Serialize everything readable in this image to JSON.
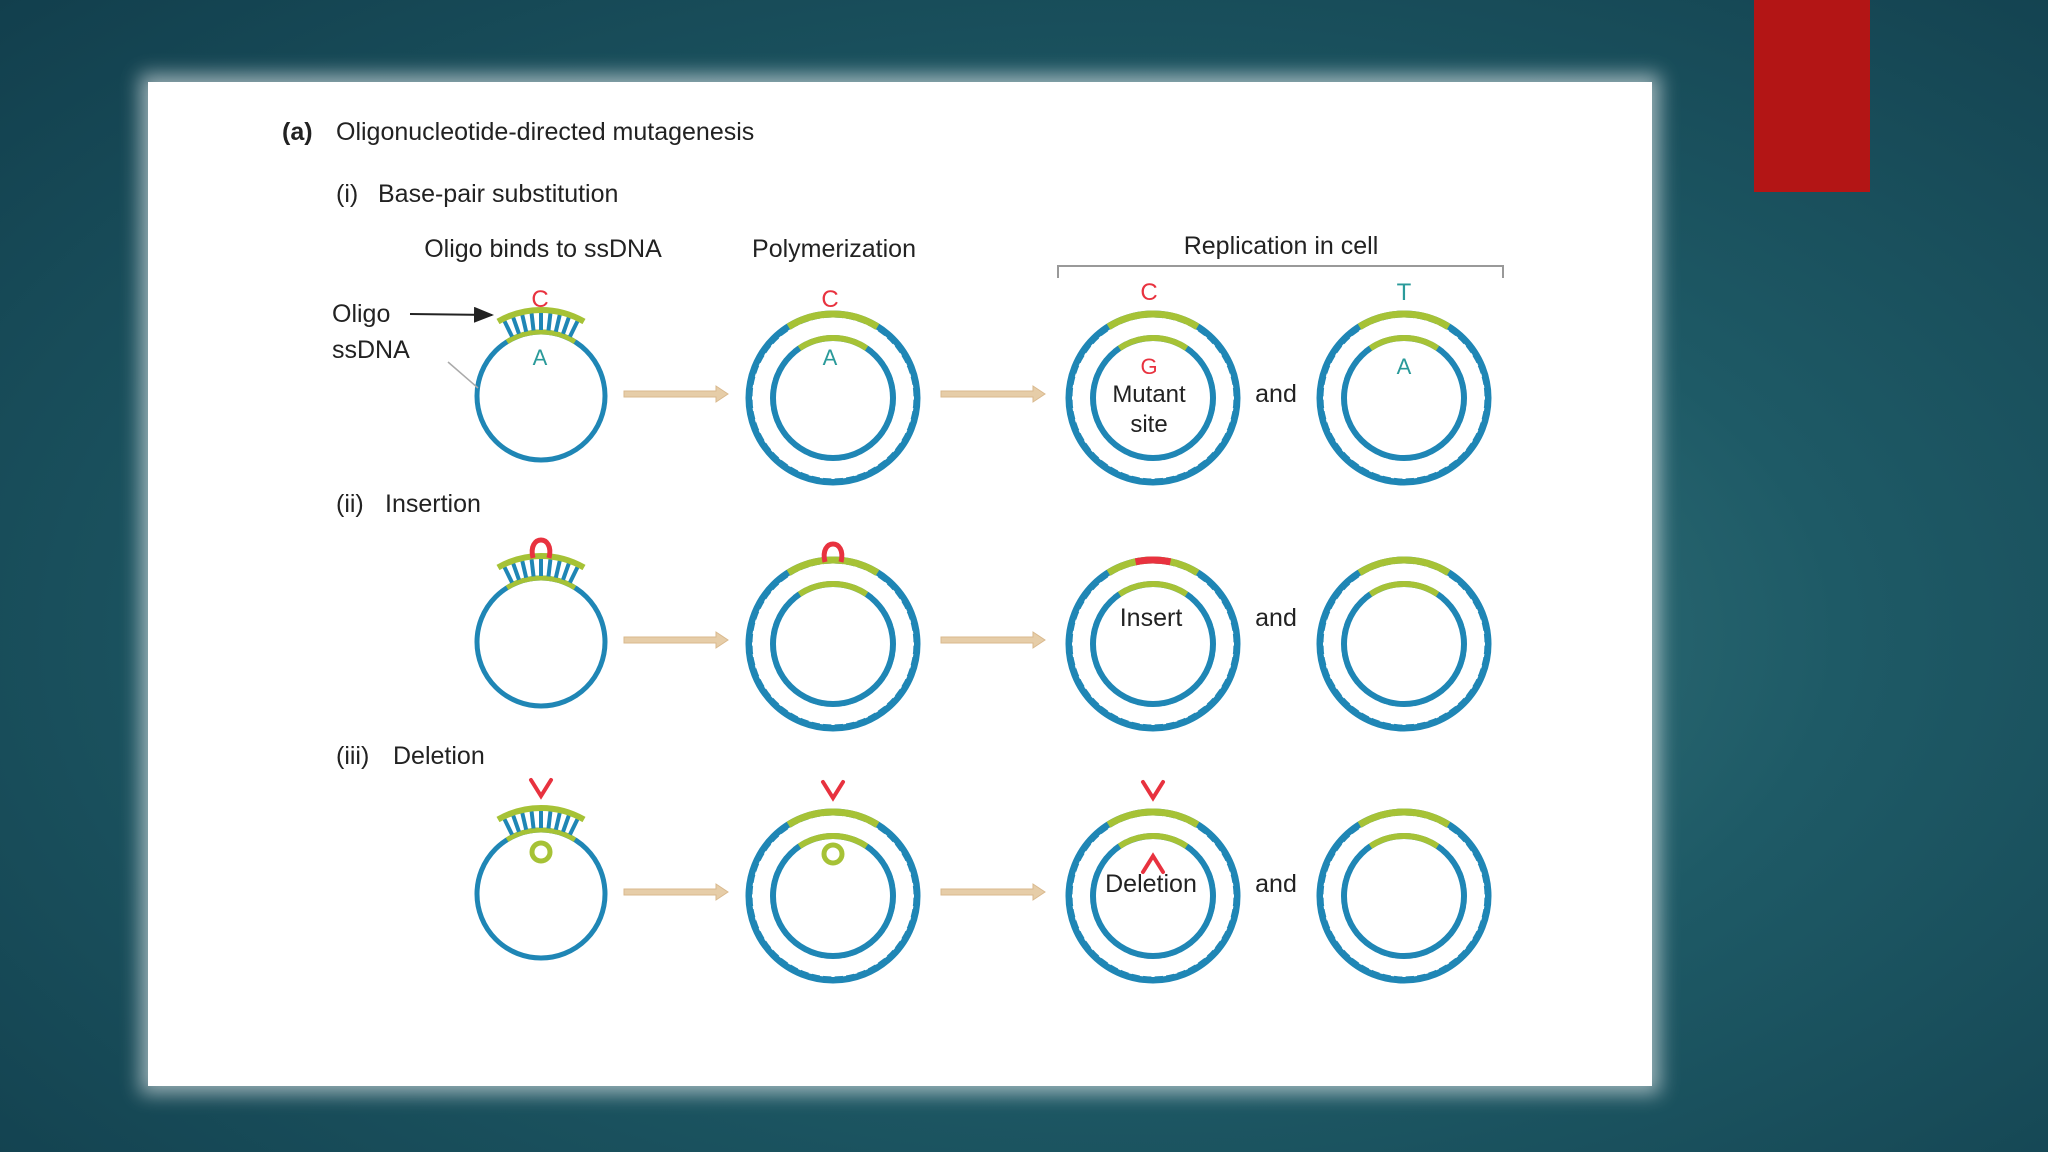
{
  "slide": {
    "accent_color": "#b31515"
  },
  "figure": {
    "panel_label": "(a)",
    "title": "Oligonucleotide-directed mutagenesis",
    "colors": {
      "dna": "#1f86b5",
      "oligo": "#a6c236",
      "mark": "#e8323f",
      "text": "#222222",
      "arrow": "#e6cda8"
    },
    "steps": [
      "Oligo binds to ssDNA",
      "Polymerization",
      "Replication in cell"
    ],
    "labels": {
      "oligo": "Oligo",
      "ssdna": "ssDNA"
    },
    "sections": [
      {
        "number": "(i)",
        "title": "Base-pair substitution",
        "bases": {
          "oligo_top": "C",
          "ssdna": "A",
          "poly_top": "C",
          "poly_inner": "A",
          "rep1_top": "C",
          "rep1_inner": "G",
          "rep2_top": "T",
          "rep2_inner": "A"
        },
        "rep1_label_line1": "Mutant",
        "rep1_label_line2": "site",
        "joiner": "and"
      },
      {
        "number": "(ii)",
        "title": "Insertion",
        "rep1_label": "Insert",
        "joiner": "and"
      },
      {
        "number": "(iii)",
        "title": "Deletion",
        "rep1_label": "Deletion",
        "joiner": "and"
      }
    ]
  }
}
